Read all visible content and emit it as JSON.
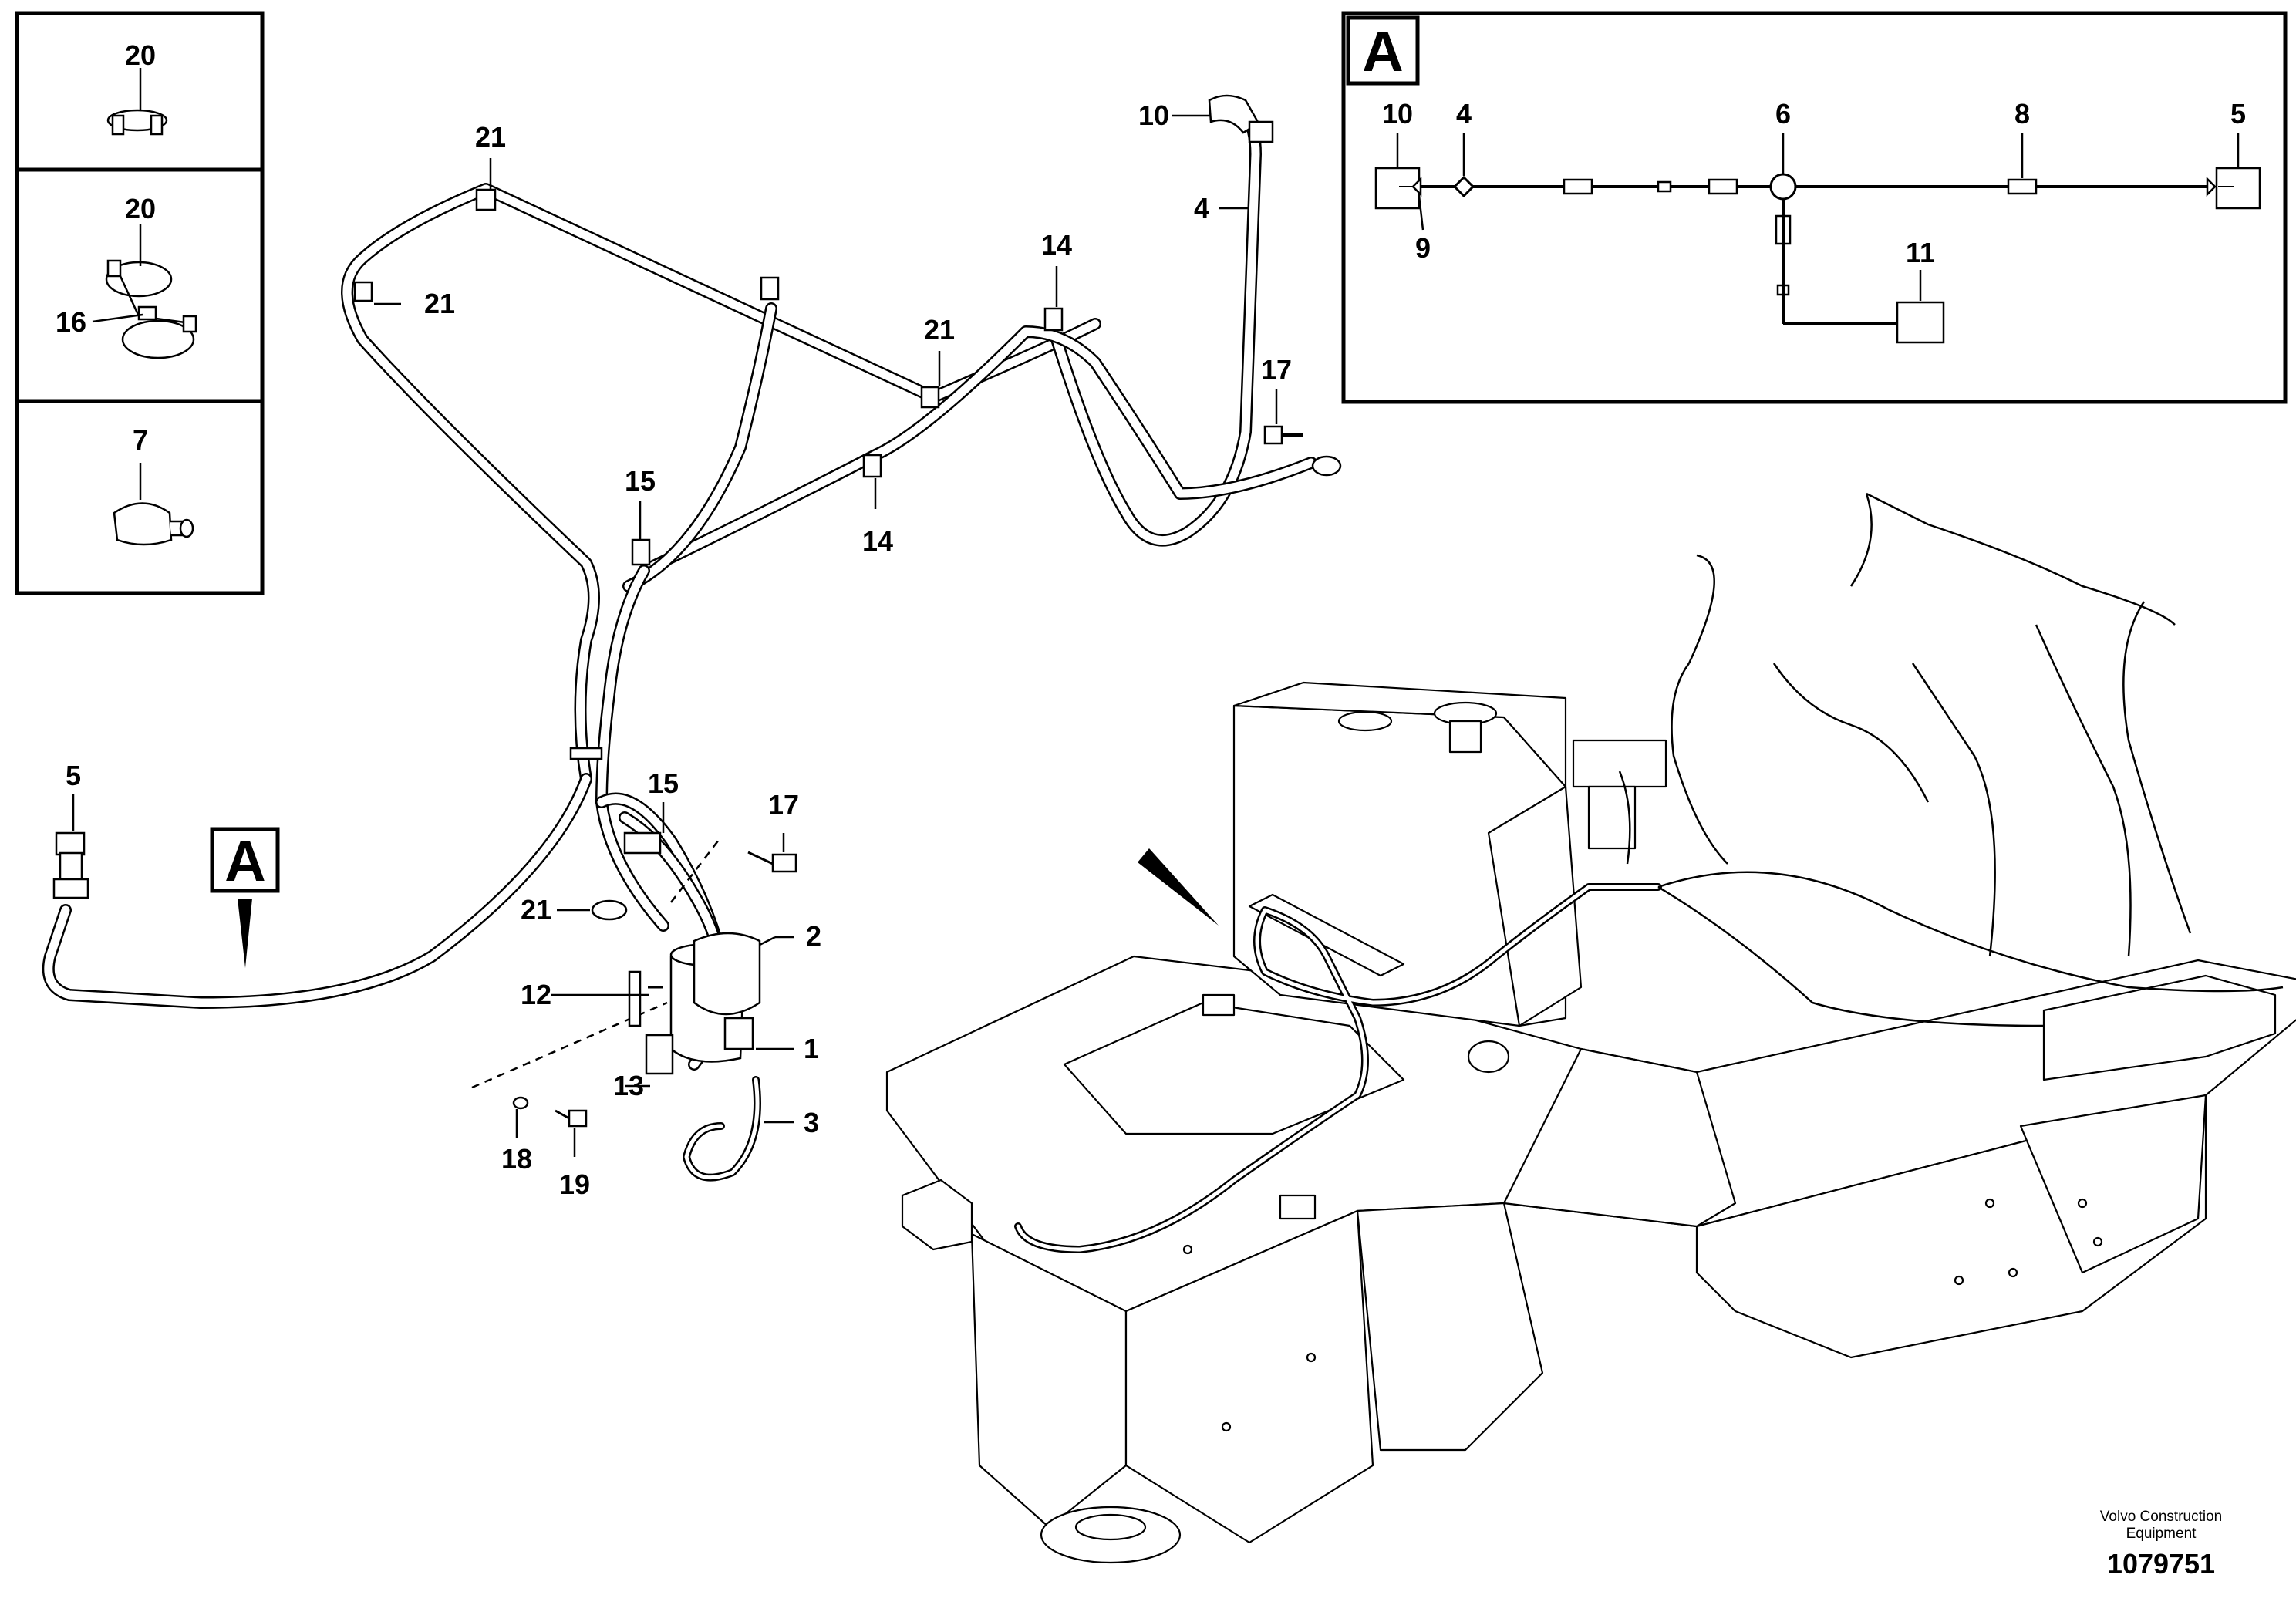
{
  "callouts": {
    "c1": "1",
    "c2": "2",
    "c3": "3",
    "c4": "4",
    "c5": "5",
    "c6": "6",
    "c7": "7",
    "c8": "8",
    "c9": "9",
    "c10": "10",
    "c11": "11",
    "c12": "12",
    "c13": "13",
    "c14": "14",
    "c15": "15",
    "c16": "16",
    "c17": "17",
    "c18": "18",
    "c19": "19",
    "c20": "20",
    "c21": "21"
  },
  "section_label": "A",
  "brand": {
    "line1": "Volvo Construction",
    "line2": "Equipment"
  },
  "document_number": "1079751"
}
